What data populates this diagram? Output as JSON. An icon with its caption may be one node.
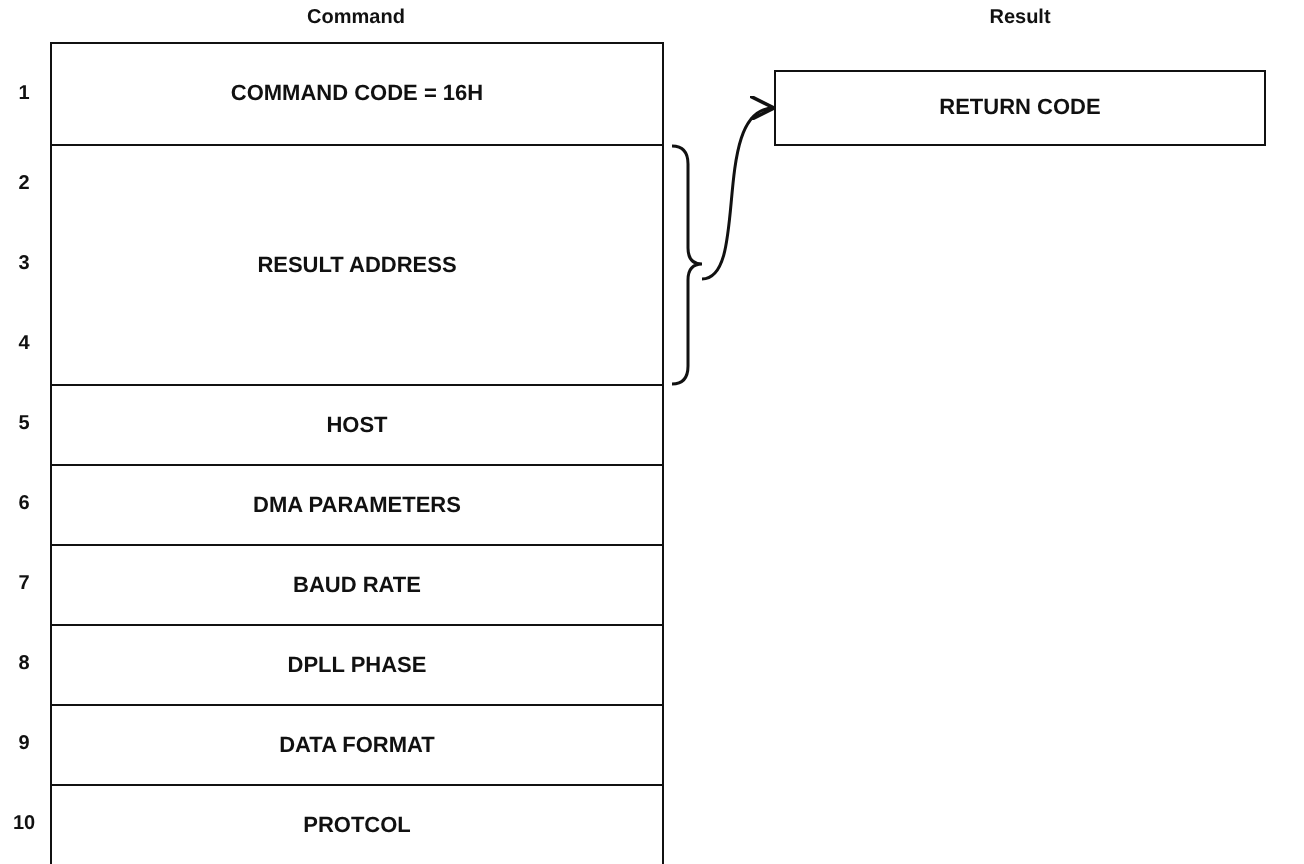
{
  "diagram": {
    "nodes": [
      {
        "text": [
          "COMMAND CODE = 16H"
        ]
      },
      {
        "text": [
          "RESULT ADDRESS"
        ]
      },
      {
        "text": [
          "HOST"
        ]
      },
      {
        "text": [
          "DMA PARAMETERS"
        ]
      },
      {
        "text": [
          "BAUD RATE"
        ]
      },
      {
        "text": [
          "DPLL PHASE"
        ]
      },
      {
        "text": [
          "DATA FORMAT"
        ]
      },
      {
        "text": [
          "PROTCOL"
        ]
      },
      {
        "text": [
          "RETURN CODE"
        ]
      }
    ],
    "edges": [
      {
        "from": 1,
        "to": 8,
        "arrow": "to"
      }
    ],
    "labels": [
      "Command",
      "Result",
      "1",
      "2",
      "3",
      "4",
      "5",
      "6",
      "7",
      "8",
      "9",
      "10"
    ]
  }
}
